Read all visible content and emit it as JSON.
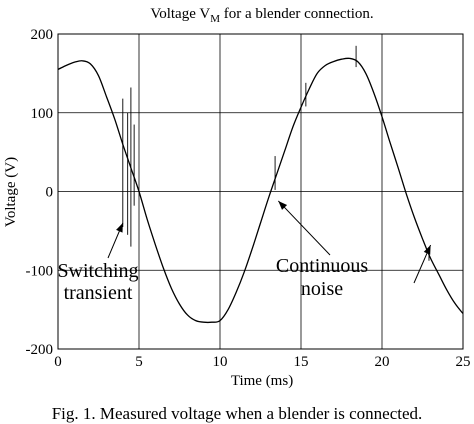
{
  "chart_data": {
    "type": "line",
    "title_main": "Voltage V",
    "title_sub": "M",
    "title_rest": " for a blender connection.",
    "xlabel": "Time (ms)",
    "ylabel": "Voltage (V)",
    "xlim": [
      0,
      25
    ],
    "ylim": [
      -200,
      200
    ],
    "xticks": [
      0,
      5,
      10,
      15,
      20,
      25
    ],
    "yticks": [
      -200,
      -100,
      0,
      100,
      200
    ],
    "grid": true,
    "series": [
      {
        "x": [
          0,
          0.5,
          1,
          1.5,
          2,
          2.5,
          3,
          3.5,
          4,
          4.5,
          5,
          5.5,
          6,
          6.5,
          7,
          7.5,
          8,
          8.5,
          9,
          9.5,
          10,
          10.5,
          11,
          11.5,
          12,
          12.5,
          13,
          13.5,
          14,
          14.5,
          15,
          15.5,
          16,
          16.5,
          17,
          17.5,
          18,
          18.5,
          19,
          19.5,
          20,
          20.5,
          21,
          21.5,
          22,
          22.5,
          23,
          23.5,
          24,
          24.5,
          25
        ],
        "y": [
          155,
          160,
          164,
          166,
          162,
          147,
          120,
          92,
          60,
          30,
          0,
          -35,
          -67,
          -97,
          -123,
          -143,
          -157,
          -164,
          -166,
          -166,
          -164,
          -150,
          -128,
          -102,
          -72,
          -40,
          -8,
          22,
          52,
          82,
          107,
          130,
          150,
          160,
          165,
          168,
          169,
          165,
          150,
          125,
          95,
          62,
          30,
          -3,
          -33,
          -60,
          -85,
          -105,
          -125,
          -142,
          -155
        ]
      }
    ],
    "spikes": [
      {
        "x": 4.0,
        "y1": -45,
        "y2": 118
      },
      {
        "x": 4.3,
        "y1": -55,
        "y2": 100
      },
      {
        "x": 4.5,
        "y1": -70,
        "y2": 132
      },
      {
        "x": 4.7,
        "y1": -18,
        "y2": 85
      },
      {
        "x": 13.4,
        "y1": 2,
        "y2": 45
      },
      {
        "x": 15.3,
        "y1": 108,
        "y2": 138
      },
      {
        "x": 18.4,
        "y1": 158,
        "y2": 185
      },
      {
        "x": 22.9,
        "y1": -72,
        "y2": -88
      }
    ],
    "annotations": [
      {
        "id": "switching",
        "lines": [
          "Switching",
          "transient"
        ],
        "arrow_to": [
          4.0,
          -40
        ]
      },
      {
        "id": "noise",
        "lines": [
          "Continuous",
          "noise"
        ],
        "arrow_to": [
          13.6,
          -12
        ]
      },
      {
        "id": "noise2",
        "lines": [],
        "arrow_to": [
          23.0,
          -68
        ]
      }
    ]
  },
  "caption": "Fig. 1.  Measured voltage when a blender is connected."
}
